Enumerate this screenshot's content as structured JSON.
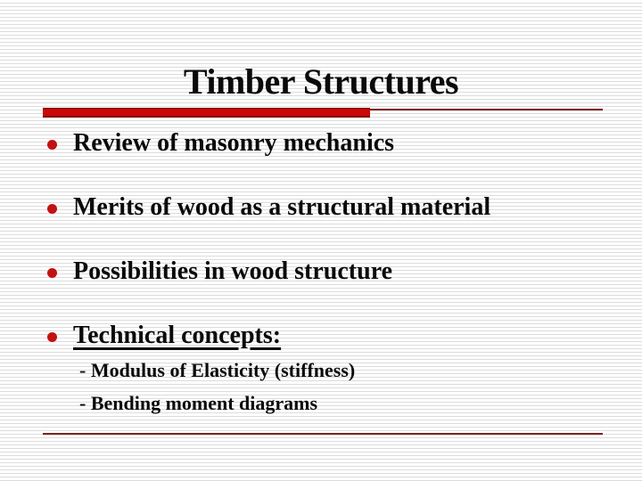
{
  "slide": {
    "title": "Timber Structures",
    "bullets": [
      {
        "label": "Review of masonry mechanics"
      },
      {
        "label": "Merits of wood as a structural material"
      },
      {
        "label": "Possibilities in wood structure"
      },
      {
        "label": "Technical concepts:"
      }
    ],
    "sub_bullets": [
      {
        "label": "- Modulus of Elasticity (stiffness)"
      },
      {
        "label": "- Bending moment diagrams"
      }
    ],
    "colors": {
      "accent_red": "#cc0707",
      "bullet_red": "#c41111",
      "rule_maroon": "#7d2424",
      "stripe_gray": "#dcdcdc",
      "text_black": "#0a0a0a"
    }
  }
}
